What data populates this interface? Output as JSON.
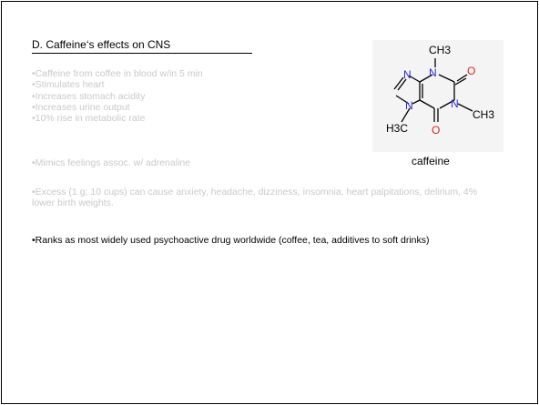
{
  "slide": {
    "title": "D. Caffeine‘s effects on CNS",
    "group1": [
      "•Caffeine from coffee in blood w/in 5 min",
      "•Stimulates heart",
      "•Increases stomach acidity",
      "•Increases urine output",
      "•10% rise in metabolic rate"
    ],
    "group2": "•Mimics feelings assoc. w/ adrenaline",
    "group3": "•Excess (1 g; 10 cups) can cause anxiety, headache, dizziness, insomnia, heart palpitations, delirium, 4% lower birth weights.",
    "group4": "•Ranks as most widely used psychoactive drug worldwide (coffee, tea, additives to soft drinks)"
  },
  "figure": {
    "caption": "caffeine",
    "atoms": {
      "ch3_top": "CH3",
      "ch3_right": "CH3",
      "h3c_left": "H3C",
      "o_top": "O",
      "o_bottom": "O",
      "n1": "N",
      "n2": "N",
      "n3": "N",
      "n4": "N"
    },
    "colors": {
      "nitrogen": "#2b2bd6",
      "oxygen": "#e02020",
      "carbon": "#000000"
    }
  }
}
